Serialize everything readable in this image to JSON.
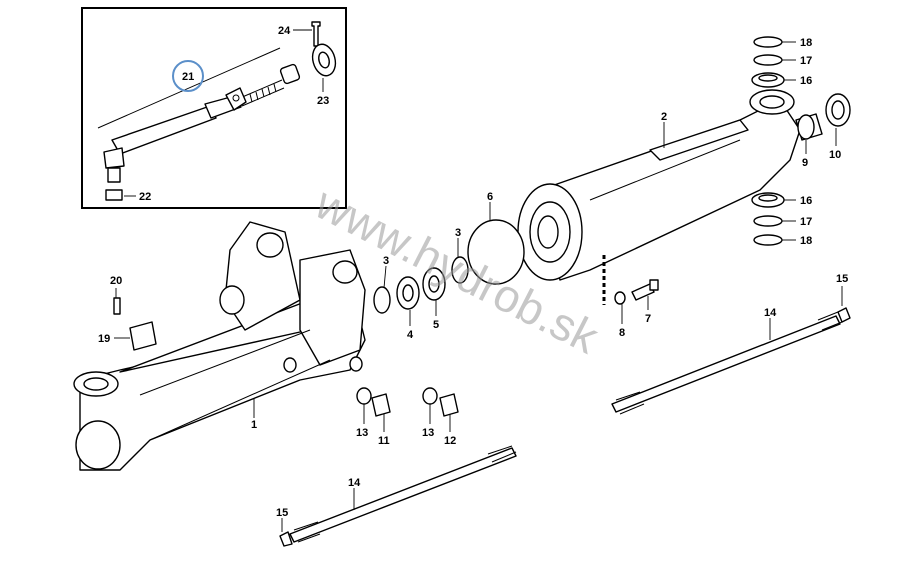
{
  "watermark": "www.hydrob.sk",
  "colors": {
    "highlight_ring": "#5b8fc9",
    "line": "#000000",
    "watermark": "#9a9a9a"
  },
  "labels": {
    "p1": "1",
    "p2": "2",
    "p3a": "3",
    "p3b": "3",
    "p4": "4",
    "p5": "5",
    "p6": "6",
    "p7": "7",
    "p8": "8",
    "p9": "9",
    "p10": "10",
    "p11": "11",
    "p12": "12",
    "p13a": "13",
    "p13b": "13",
    "p14a": "14",
    "p14b": "14",
    "p15a": "15",
    "p15b": "15",
    "p16a": "16",
    "p16b": "16",
    "p17a": "17",
    "p17b": "17",
    "p18a": "18",
    "p18b": "18",
    "p19": "19",
    "p20": "20",
    "p21": "21",
    "p22": "22",
    "p23": "23",
    "p24": "24"
  }
}
